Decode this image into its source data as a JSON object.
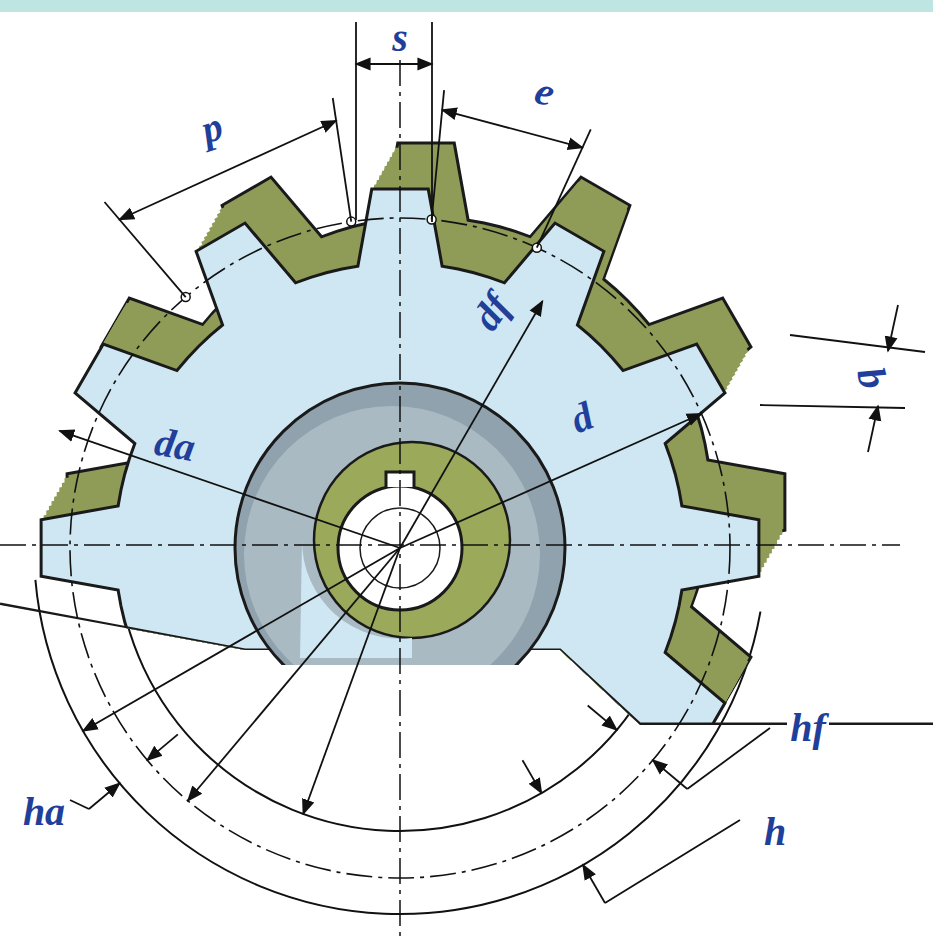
{
  "diagram": {
    "labels": [
      "p",
      "s",
      "e",
      "df",
      "b",
      "d",
      "da",
      "hf",
      "ha",
      "h"
    ]
  }
}
